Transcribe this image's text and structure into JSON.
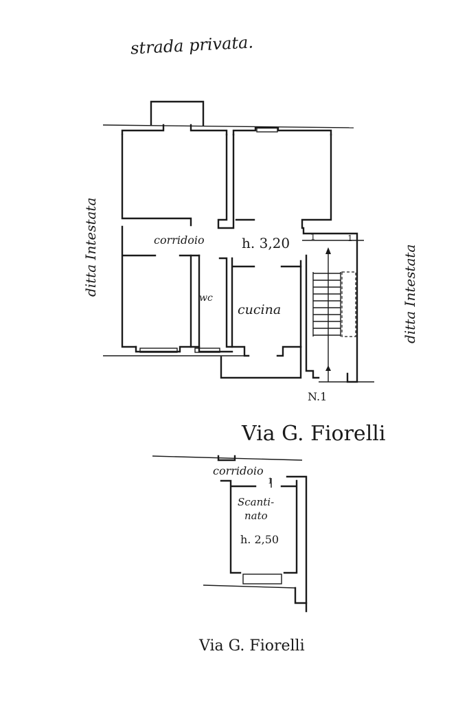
{
  "top_label": "strada privata.",
  "left_side_label": "ditta Intestata",
  "right_side_label": "ditta Intestata",
  "ground_floor": {
    "corridor": "corridoio",
    "height": "h. 3,20",
    "wc": "wc",
    "kitchen": "cucina",
    "stair_marker_left": "1",
    "stair_marker_right": "1",
    "number": "N.1",
    "street": "Via G. Fiorelli"
  },
  "basement": {
    "corridor": "corridoio",
    "marker": "1",
    "room_line1": "Scanti-",
    "room_line2": "nato",
    "height": "h. 2,50",
    "street": "Via G. Fiorelli"
  }
}
